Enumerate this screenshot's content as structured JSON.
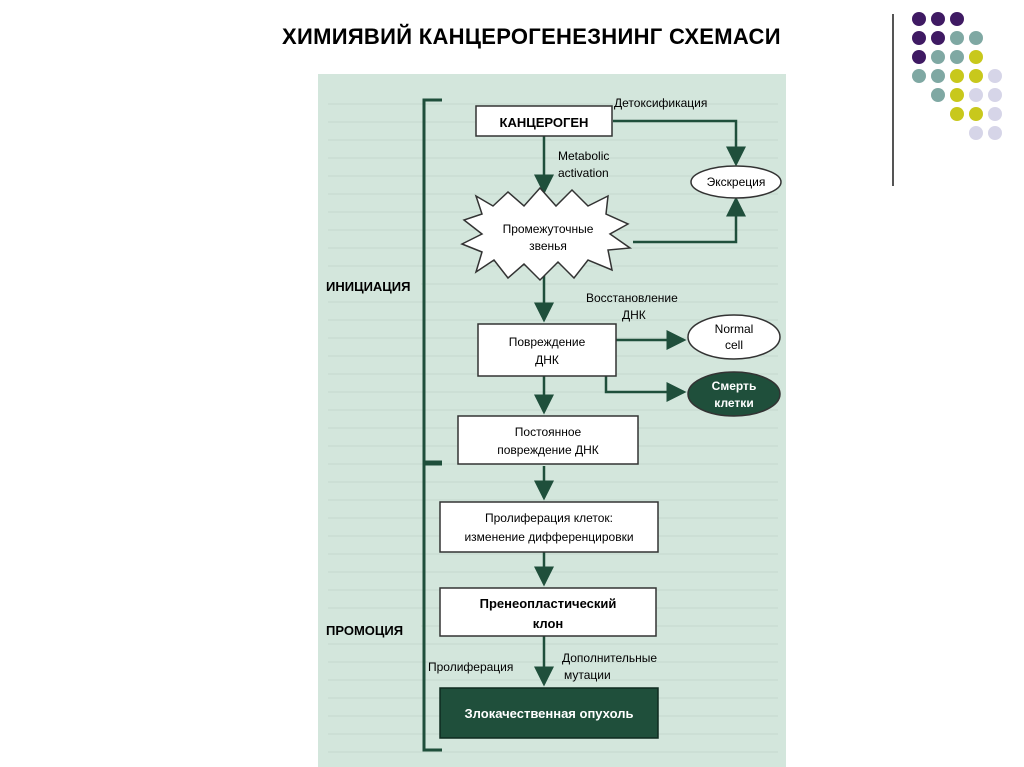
{
  "slide": {
    "title": "ХИМИЯВИЙ  КАНЦЕРОГЕНЕЗНИНГ СХЕМАСИ"
  },
  "colors": {
    "purple": "#3f1a63",
    "teal": "#7fa8a3",
    "olive": "#c8c81c",
    "lavender": "#d6d5e8",
    "diagram_bg": "#d3e6dc",
    "dark_green": "#1f4f3b"
  },
  "decor_dots": [
    [
      "purple",
      "purple",
      "purple"
    ],
    [
      "purple",
      "purple",
      "teal",
      "teal"
    ],
    [
      "purple",
      "teal",
      "teal",
      "olive"
    ],
    [
      "teal",
      "teal",
      "olive",
      "olive",
      "lavender"
    ],
    [
      "teal",
      "olive",
      "lavender",
      "lavender"
    ],
    [
      "olive",
      "olive",
      "lavender"
    ],
    [
      "lavender",
      "lavender"
    ]
  ],
  "diagram": {
    "phases": {
      "initiation": "ИНИЦИАЦИЯ",
      "promotion": "ПРОМОЦИЯ"
    },
    "nodes": {
      "carcinogen": "КАНЦЕРОГЕН",
      "intermediate_line1": "Промежуточные",
      "intermediate_line2": "звенья",
      "excretion": "Экскреция",
      "dna_damage_line1": "Повреждение",
      "dna_damage_line2": "ДНК",
      "normal_cell_line1": "Normal",
      "normal_cell_line2": "cell",
      "cell_death_line1": "Смерть",
      "cell_death_line2": "клетки",
      "permanent_damage_line1": "Постоянное",
      "permanent_damage_line2": "повреждение ДНК",
      "proliferation_line1": "Пролиферация клеток:",
      "proliferation_line2": "изменение дифференцировки",
      "preneoplastic_line1": "Пренеопластический",
      "preneoplastic_line2": "клон",
      "malignant": "Злокачественная опухоль"
    },
    "labels": {
      "detox": "Детоксификация",
      "metabolic_line1": "Metabolic",
      "metabolic_line2": "activation",
      "repair_line1": "Восстановление",
      "repair_line2": "ДНК",
      "proliferation": "Пролиферация",
      "additional_line1": "Дополнительные",
      "additional_line2": "мутации"
    }
  }
}
